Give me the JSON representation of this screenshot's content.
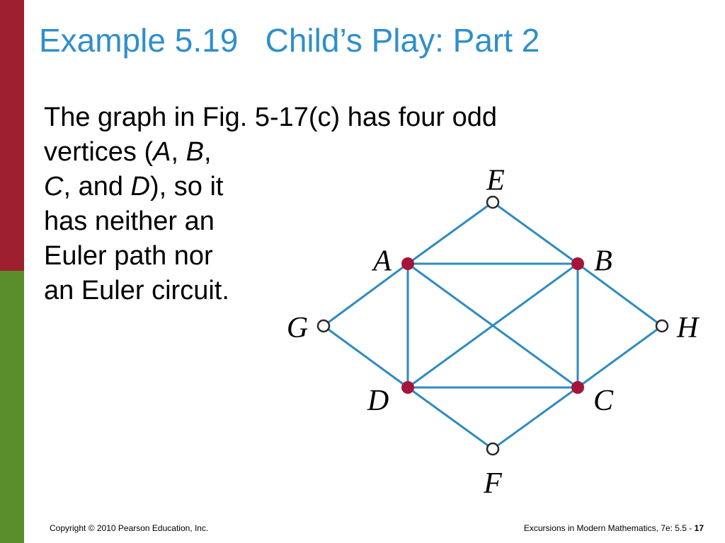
{
  "colors": {
    "accent_top": "#9e1f2e",
    "accent_bottom": "#5a8e2c",
    "title": "#2f8fc9",
    "edge": "#2f8bc0",
    "odd_vertex": "#a3153a",
    "even_vertex": "#ffffff"
  },
  "slide": {
    "title_example": "Example 5.19",
    "title_name": "Child’s Play: Part 2",
    "body": {
      "l1": "The graph in Fig. 5-17(c) has four odd",
      "l2_pre": "vertices (",
      "l2_a": "A",
      "l2_sep1": ", ",
      "l2_b": "B",
      "l2_sep2": ",",
      "l3_c": "C",
      "l3_mid": ", and ",
      "l3_d": "D",
      "l3_post": "), so it",
      "l4": "has neither an",
      "l5": "Euler path nor",
      "l6": "an Euler circuit."
    }
  },
  "graph": {
    "vertices": [
      {
        "id": "E",
        "label": "E",
        "odd": false
      },
      {
        "id": "A",
        "label": "A",
        "odd": true
      },
      {
        "id": "B",
        "label": "B",
        "odd": true
      },
      {
        "id": "G",
        "label": "G",
        "odd": false
      },
      {
        "id": "H",
        "label": "H",
        "odd": false
      },
      {
        "id": "D",
        "label": "D",
        "odd": true
      },
      {
        "id": "C",
        "label": "C",
        "odd": true
      },
      {
        "id": "F",
        "label": "F",
        "odd": false
      }
    ],
    "edges": [
      [
        "E",
        "A"
      ],
      [
        "E",
        "B"
      ],
      [
        "A",
        "B"
      ],
      [
        "A",
        "G"
      ],
      [
        "A",
        "D"
      ],
      [
        "A",
        "C"
      ],
      [
        "B",
        "D"
      ],
      [
        "B",
        "C"
      ],
      [
        "B",
        "H"
      ],
      [
        "G",
        "D"
      ],
      [
        "H",
        "C"
      ],
      [
        "D",
        "C"
      ],
      [
        "D",
        "F"
      ],
      [
        "C",
        "F"
      ]
    ]
  },
  "footer": {
    "copyright": "Copyright © 2010 Pearson Education, Inc.",
    "course": "Excursions in Modern Mathematics, 7e: 5.5 - ",
    "page": "17"
  }
}
